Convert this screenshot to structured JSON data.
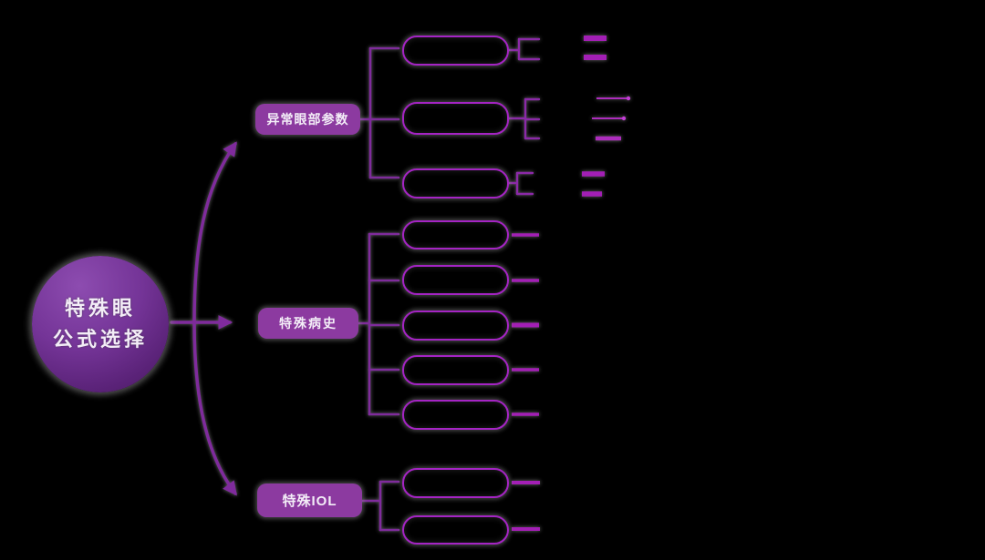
{
  "root": {
    "line1": "特殊眼",
    "line2": "公式选择"
  },
  "branches": [
    {
      "label": "异常眼部参数",
      "children": [
        {
          "label": "",
          "leaf_count": 2
        },
        {
          "label": "",
          "leaf_count": 3
        },
        {
          "label": "",
          "leaf_count": 2
        }
      ]
    },
    {
      "label": "特殊病史",
      "children": [
        {
          "label": "",
          "leaf_count": 1
        },
        {
          "label": "",
          "leaf_count": 1
        },
        {
          "label": "",
          "leaf_count": 1
        },
        {
          "label": "",
          "leaf_count": 1
        },
        {
          "label": "",
          "leaf_count": 1
        }
      ]
    },
    {
      "label": "特殊IOL",
      "children": [
        {
          "label": "",
          "leaf_count": 1
        },
        {
          "label": "",
          "leaf_count": 1
        }
      ]
    }
  ],
  "colors": {
    "background": "#000000",
    "root_gradient_top": "#8d4cb0",
    "root_gradient_bottom": "#48175f",
    "branch_label_fill": "#8c3aa0",
    "connector_line": "#7f2b9c",
    "child_box_border": "#a524c4",
    "leaf_underline": "#a31fb5",
    "leaf_tip_dot": "#c53ed6",
    "text": "#f3edf7"
  }
}
